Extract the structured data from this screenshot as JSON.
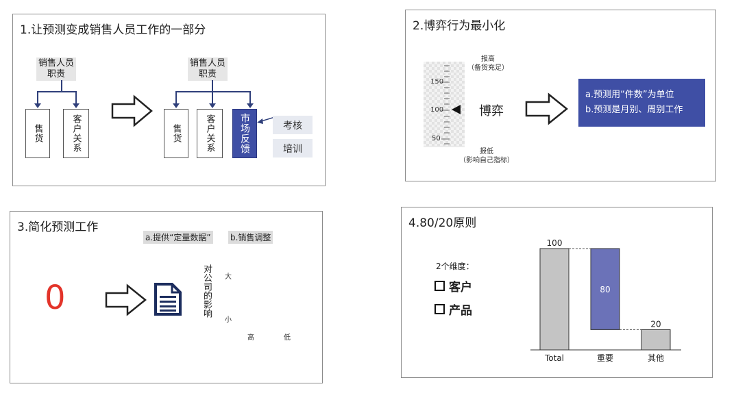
{
  "panel1": {
    "title": "1.让预测变成销售人员工作的一部分",
    "left": {
      "role": [
        "销售人员",
        "职责"
      ],
      "boxes": [
        "售货",
        "客户关系"
      ]
    },
    "right": {
      "role": [
        "销售人员",
        "职责"
      ],
      "boxes": [
        "售货",
        "客户关系"
      ],
      "highlight": "市场反馈",
      "side_items": [
        "考核",
        "培训"
      ]
    }
  },
  "panel2": {
    "title": "2.博弈行为最小化",
    "top_label": [
      "报高",
      "（备货充足）"
    ],
    "bottom_label": [
      "报低",
      "（影响自己指标）"
    ],
    "ticks": [
      "150",
      "100",
      "50"
    ],
    "center_word": "博弈",
    "box_lines": [
      "a.预测用“件数”为单位",
      "b.预测是月别、周别工作"
    ]
  },
  "panel3": {
    "title": "3.简化预测工作",
    "tag_a": "a.提供“定量数据”",
    "tag_b": "b.销售调整",
    "zero": "0",
    "y_axis": "对公司的影响",
    "y_high": "大",
    "y_low": "小",
    "x_high": "高",
    "x_low": "低"
  },
  "panel4": {
    "title": "4.80/20原则",
    "dims_label": "2个维度：",
    "dims": [
      "客户",
      "产品"
    ],
    "colors": {
      "gray": "#c4c4c4",
      "blue": "#6b72b8"
    },
    "chart_data": {
      "type": "bar",
      "categories": [
        "Total",
        "重要",
        "其他"
      ],
      "values": [
        100,
        80,
        20
      ],
      "ylim": [
        0,
        100
      ],
      "style": "waterfall"
    }
  }
}
